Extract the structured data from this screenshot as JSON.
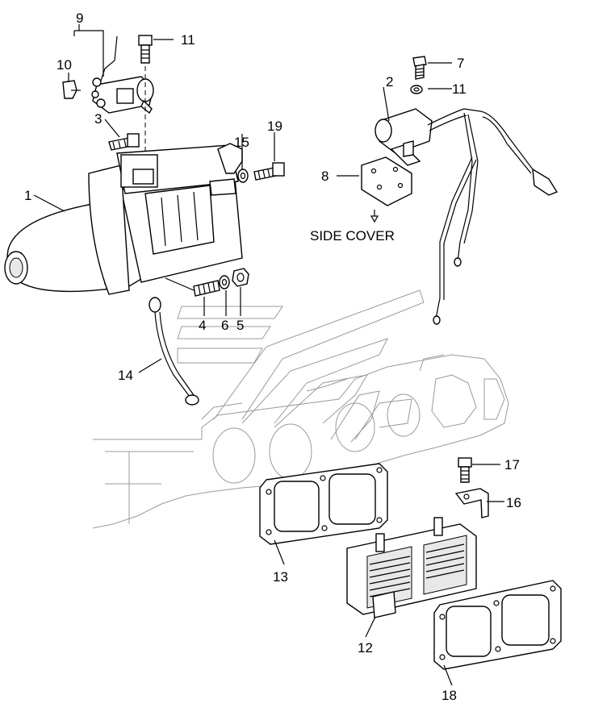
{
  "diagram": {
    "callouts": [
      {
        "id": "1",
        "label": "1"
      },
      {
        "id": "2",
        "label": "2"
      },
      {
        "id": "3",
        "label": "3"
      },
      {
        "id": "4",
        "label": "4"
      },
      {
        "id": "5",
        "label": "5"
      },
      {
        "id": "6",
        "label": "6"
      },
      {
        "id": "7",
        "label": "7"
      },
      {
        "id": "8",
        "label": "8"
      },
      {
        "id": "9",
        "label": "9"
      },
      {
        "id": "10",
        "label": "10"
      },
      {
        "id": "11a",
        "label": "11"
      },
      {
        "id": "11b",
        "label": "11"
      },
      {
        "id": "12",
        "label": "12"
      },
      {
        "id": "13",
        "label": "13"
      },
      {
        "id": "14",
        "label": "14"
      },
      {
        "id": "15",
        "label": "15"
      },
      {
        "id": "16",
        "label": "16"
      },
      {
        "id": "17",
        "label": "17"
      },
      {
        "id": "18",
        "label": "18"
      },
      {
        "id": "19",
        "label": "19"
      }
    ],
    "side_cover_caption": "SIDE COVER"
  }
}
